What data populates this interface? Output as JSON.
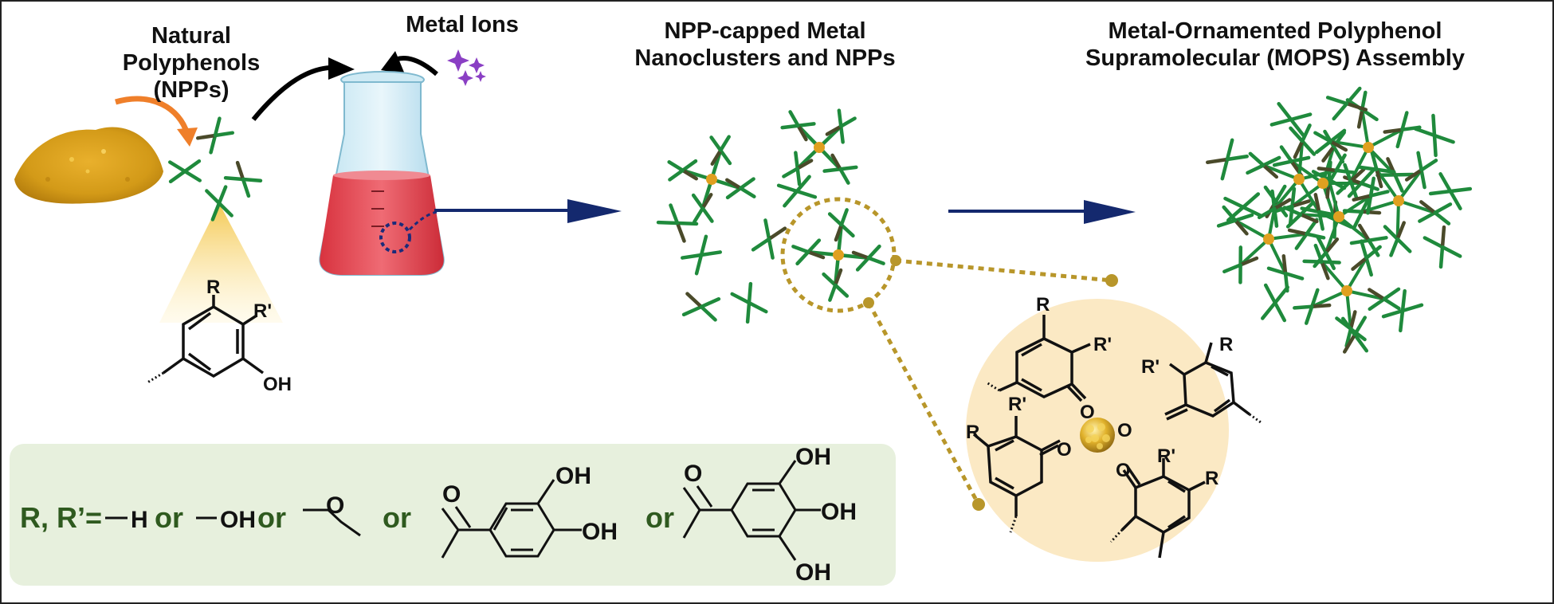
{
  "titles": {
    "natural_line1": "Natural",
    "natural_line2": "Polyphenols (NPPs)",
    "metal_ions": "Metal Ions",
    "capped_line1": "NPP-capped Metal",
    "capped_line2": "Nanoclusters and NPPs",
    "mops_line1": "Metal-Ornamented Polyphenol",
    "mops_line2": "Supramolecular (MOPS) Assembly"
  },
  "structure_labels": {
    "r": "R",
    "r_prime": "R'",
    "oh": "OH",
    "o": "O"
  },
  "legend": {
    "prefix": "R, R’=",
    "h": "H",
    "oh": "OH",
    "or": "or",
    "o": "O"
  },
  "colors": {
    "branch_green": "#1f8a3c",
    "branch_dark": "#4a4a2a",
    "node_gold": "#e0a020",
    "arrow_navy": "#14296e",
    "turmeric": "#d9a21c",
    "liquid": "#e04a55",
    "dotted_gold": "#b8962a",
    "zoom_bg": "#fbe9c4",
    "legend_bg": "#e7f0dd",
    "legend_text": "#2f5a1f",
    "sparkle": "#8a3fc4",
    "orange_arrow": "#ef7f2a"
  }
}
